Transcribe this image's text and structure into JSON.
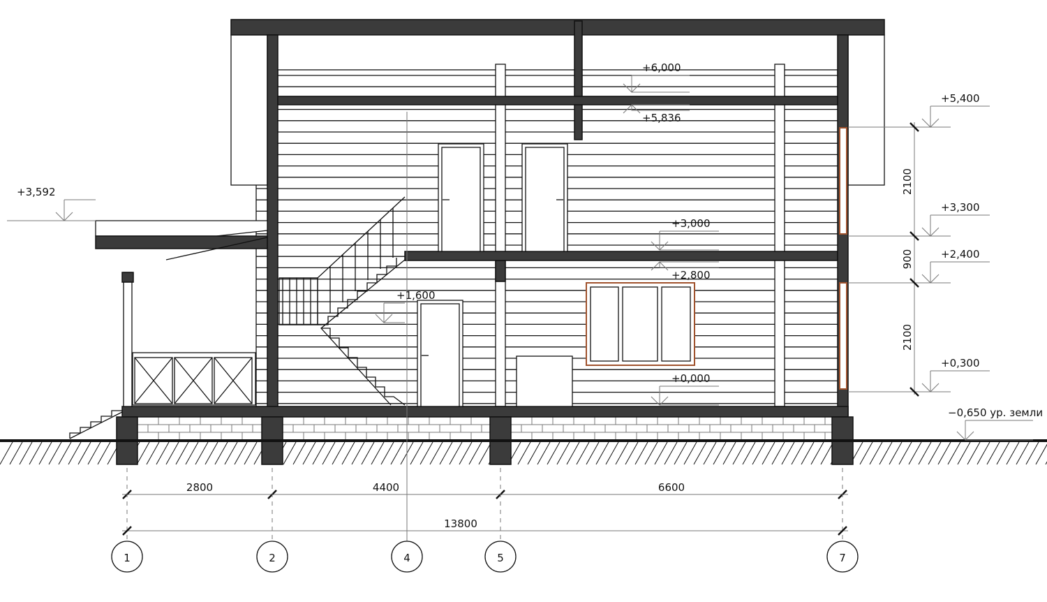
{
  "levels": {
    "l6000": "+6,000",
    "l5836": "+5,836",
    "l3000": "+3,000",
    "l2800": "+2,800",
    "l1600": "+1,600",
    "l0000": "+0,000",
    "l3592": "+3,592",
    "r5400": "+5,400",
    "r3300": "+3,300",
    "r2400": "+2,400",
    "r0300": "+0,300",
    "ground": "−0,650 ур. земли"
  },
  "vertical_dims": [
    "2100",
    "900",
    "2100"
  ],
  "horizontal_dims": [
    "2800",
    "4400",
    "6600",
    "13800"
  ],
  "axes": [
    "1",
    "2",
    "4",
    "5",
    "7"
  ],
  "colors": {
    "structure": "#3b3b3b",
    "window_frame": "#a0522d"
  }
}
